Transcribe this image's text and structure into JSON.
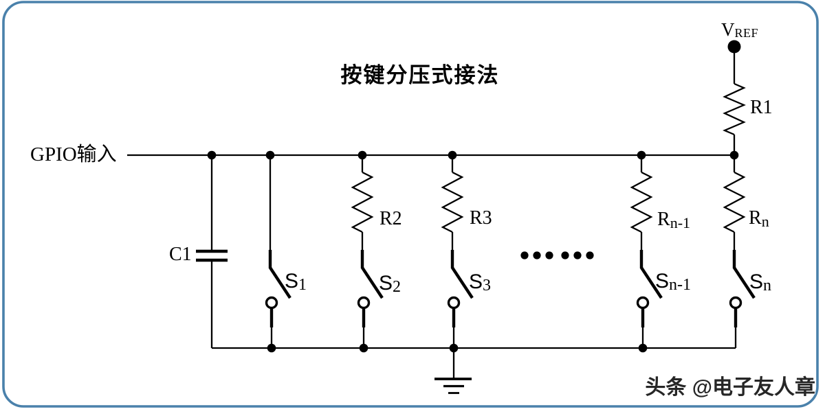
{
  "title": "按键分压式接法",
  "labels": {
    "gpio_input": "GPIO输入"
  },
  "components": {
    "vref": {
      "main": "V",
      "sub": "REF"
    },
    "r1": {
      "text": "R1"
    },
    "c1": {
      "text": "C1"
    },
    "r2": {
      "text": "R2"
    },
    "r3": {
      "text": "R3"
    },
    "rn_minus_1": {
      "main": "R",
      "sub": "n-1"
    },
    "rn": {
      "main": "R",
      "sub": "n"
    },
    "s1": {
      "main": "S",
      "sub": "1"
    },
    "s2": {
      "main": "S",
      "sub": "2"
    },
    "s3": {
      "main": "S",
      "sub": "3"
    },
    "sn_minus_1": {
      "main": "S",
      "sub": "n-1"
    },
    "sn": {
      "main": "S",
      "sub": "n"
    },
    "ellipsis_dot_count": 6
  },
  "watermark": {
    "text": "头条 @电子友人章"
  },
  "colors": {
    "background": "#ffffff",
    "border": "#4a81ab",
    "wire": "#000000",
    "text": "#000000",
    "watermark": "#262626"
  }
}
